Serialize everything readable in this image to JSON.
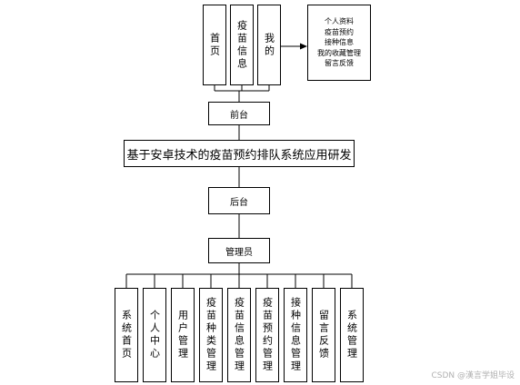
{
  "front_nodes": [
    "首页",
    "疫苗信息",
    "我的"
  ],
  "my_items": [
    "个人资料",
    "疫苗预约",
    "接种信息",
    "我的收藏管理",
    "留言反馈"
  ],
  "front_label": "前台",
  "system_title": "基于安卓技术的疫苗预约排队系统应用研发",
  "back_label": "后台",
  "admin_label": "管理员",
  "admin_nodes": [
    "系统首页",
    "个人中心",
    "用户管理",
    "疫苗种类管理",
    "疫苗信息管理",
    "疫苗预约管理",
    "接种信息管理",
    "留言反馈",
    "系统管理"
  ],
  "watermark": "CSDN @漢言学姐毕设",
  "colors": {
    "line": "#000000",
    "box_border": "#000000",
    "background": "#ffffff",
    "watermark": "#b0b0b0"
  }
}
